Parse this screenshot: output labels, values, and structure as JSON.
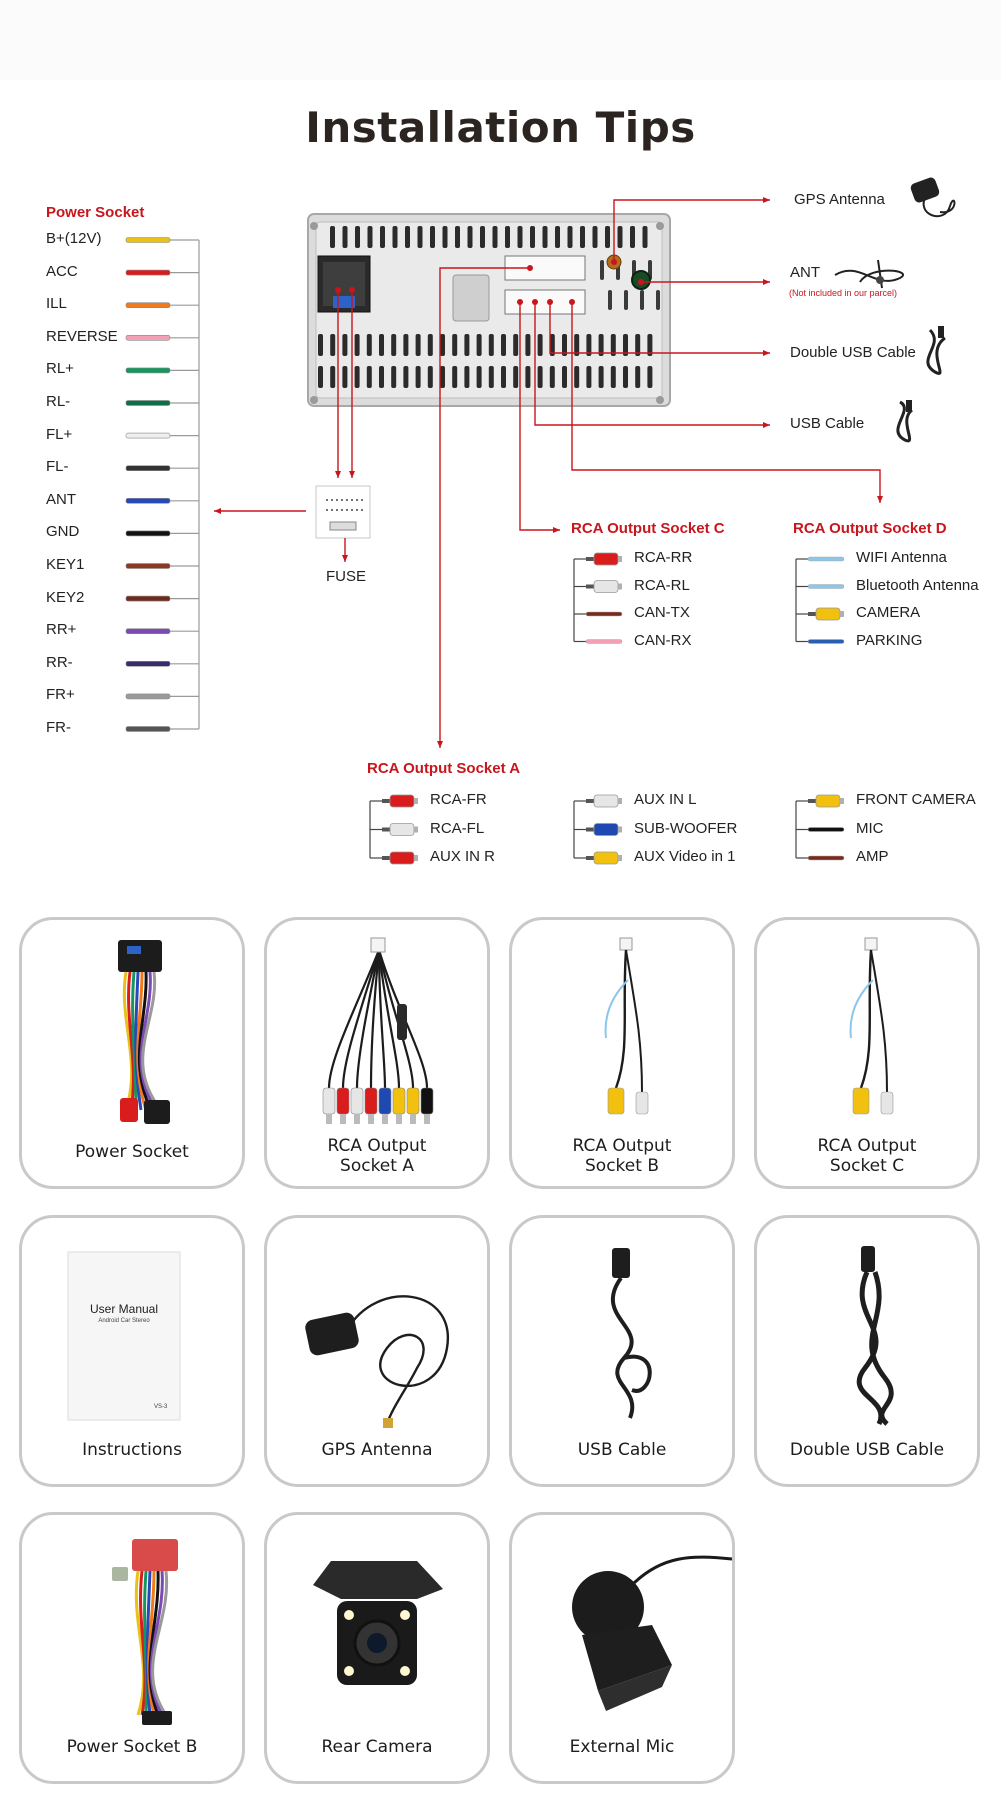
{
  "title": "Installation Tips",
  "power_socket": {
    "heading": "Power Socket",
    "pins": [
      {
        "label": "B+(12V)",
        "color": "#e8c11a"
      },
      {
        "label": "ACC",
        "color": "#d91c1c"
      },
      {
        "label": "ILL",
        "color": "#f07a1c"
      },
      {
        "label": "REVERSE",
        "color": "#f3a0b4"
      },
      {
        "label": "RL+",
        "color": "#16965f"
      },
      {
        "label": "RL-",
        "color": "#0f6e45"
      },
      {
        "label": "FL+",
        "color": "#eeeeee"
      },
      {
        "label": "FL-",
        "color": "#333333"
      },
      {
        "label": "ANT",
        "color": "#2849b8"
      },
      {
        "label": "GND",
        "color": "#111111"
      },
      {
        "label": "KEY1",
        "color": "#8a3a24"
      },
      {
        "label": "KEY2",
        "color": "#6e2a1c"
      },
      {
        "label": "RR+",
        "color": "#7b4ab4"
      },
      {
        "label": "RR-",
        "color": "#3a2a6e"
      },
      {
        "label": "FR+",
        "color": "#9a9a9a"
      },
      {
        "label": "FR-",
        "color": "#555555"
      }
    ]
  },
  "fuse_label": "FUSE",
  "right_connectors": [
    {
      "label": "GPS Antenna"
    },
    {
      "label": "ANT",
      "note": "(Not included in our parcel)"
    },
    {
      "label": "Double USB Cable"
    },
    {
      "label": "USB Cable"
    }
  ],
  "socket_c": {
    "heading": "RCA Output Socket C",
    "items": [
      {
        "label": "RCA-RR",
        "color": "#d91c1c",
        "plug": true
      },
      {
        "label": "RCA-RL",
        "color": "#e6e6e6",
        "plug": true
      },
      {
        "label": "CAN-TX",
        "color": "#7a2a1c",
        "plug": false
      },
      {
        "label": "CAN-RX",
        "color": "#f3a0b4",
        "plug": false
      }
    ]
  },
  "socket_d": {
    "heading": "RCA Output Socket D",
    "items": [
      {
        "label": "WIFI Antenna",
        "color": "#8cc6ea",
        "plug": false
      },
      {
        "label": "Bluetooth Antenna",
        "color": "#8cc6ea",
        "plug": false
      },
      {
        "label": "CAMERA",
        "color": "#f2c10f",
        "plug": true
      },
      {
        "label": "PARKING",
        "color": "#2a5fb0",
        "plug": false
      }
    ]
  },
  "socket_a": {
    "heading": "RCA Output Socket A",
    "groups": [
      [
        {
          "label": "RCA-FR",
          "color": "#d91c1c",
          "plug": true
        },
        {
          "label": "RCA-FL",
          "color": "#e6e6e6",
          "plug": true
        },
        {
          "label": "AUX IN R",
          "color": "#d91c1c",
          "plug": true
        }
      ],
      [
        {
          "label": "AUX IN L",
          "color": "#e6e6e6",
          "plug": true
        },
        {
          "label": "SUB-WOOFER",
          "color": "#1e49b0",
          "plug": true
        },
        {
          "label": "AUX Video in 1",
          "color": "#f2c10f",
          "plug": true
        }
      ],
      [
        {
          "label": "FRONT CAMERA",
          "color": "#f2c10f",
          "plug": true
        },
        {
          "label": "MIC",
          "color": "#111111",
          "plug": false
        },
        {
          "label": "AMP",
          "color": "#7a2a1c",
          "plug": false
        }
      ]
    ]
  },
  "products": [
    {
      "name": "power-socket",
      "label": "Power Socket",
      "icon": "harness-icon"
    },
    {
      "name": "rca-output-socket-a",
      "label": "RCA Output\nSocket A",
      "icon": "rca-harness-icon"
    },
    {
      "name": "rca-output-socket-b",
      "label": "RCA Output\nSocket B",
      "icon": "rca-cable-icon"
    },
    {
      "name": "rca-output-socket-c",
      "label": "RCA Output\nSocket C",
      "icon": "rca-cable-icon"
    },
    {
      "name": "instructions",
      "label": "Instructions",
      "icon": "manual-icon",
      "manual_title": "User Manual",
      "manual_subtitle": "Android Car Stereo",
      "manual_code": "VS-3"
    },
    {
      "name": "gps-antenna",
      "label": "GPS Antenna",
      "icon": "gps-antenna-icon"
    },
    {
      "name": "usb-cable",
      "label": "USB Cable",
      "icon": "usb-cable-icon"
    },
    {
      "name": "double-usb-cable",
      "label": "Double USB Cable",
      "icon": "double-usb-cable-icon"
    },
    {
      "name": "power-socket-b",
      "label": "Power Socket B",
      "icon": "harness-b-icon"
    },
    {
      "name": "rear-camera",
      "label": "Rear Camera",
      "icon": "camera-icon"
    },
    {
      "name": "external-mic",
      "label": "External Mic",
      "icon": "mic-icon"
    }
  ],
  "colors": {
    "accent": "#c8161d",
    "card_border": "#c9c9c9"
  }
}
